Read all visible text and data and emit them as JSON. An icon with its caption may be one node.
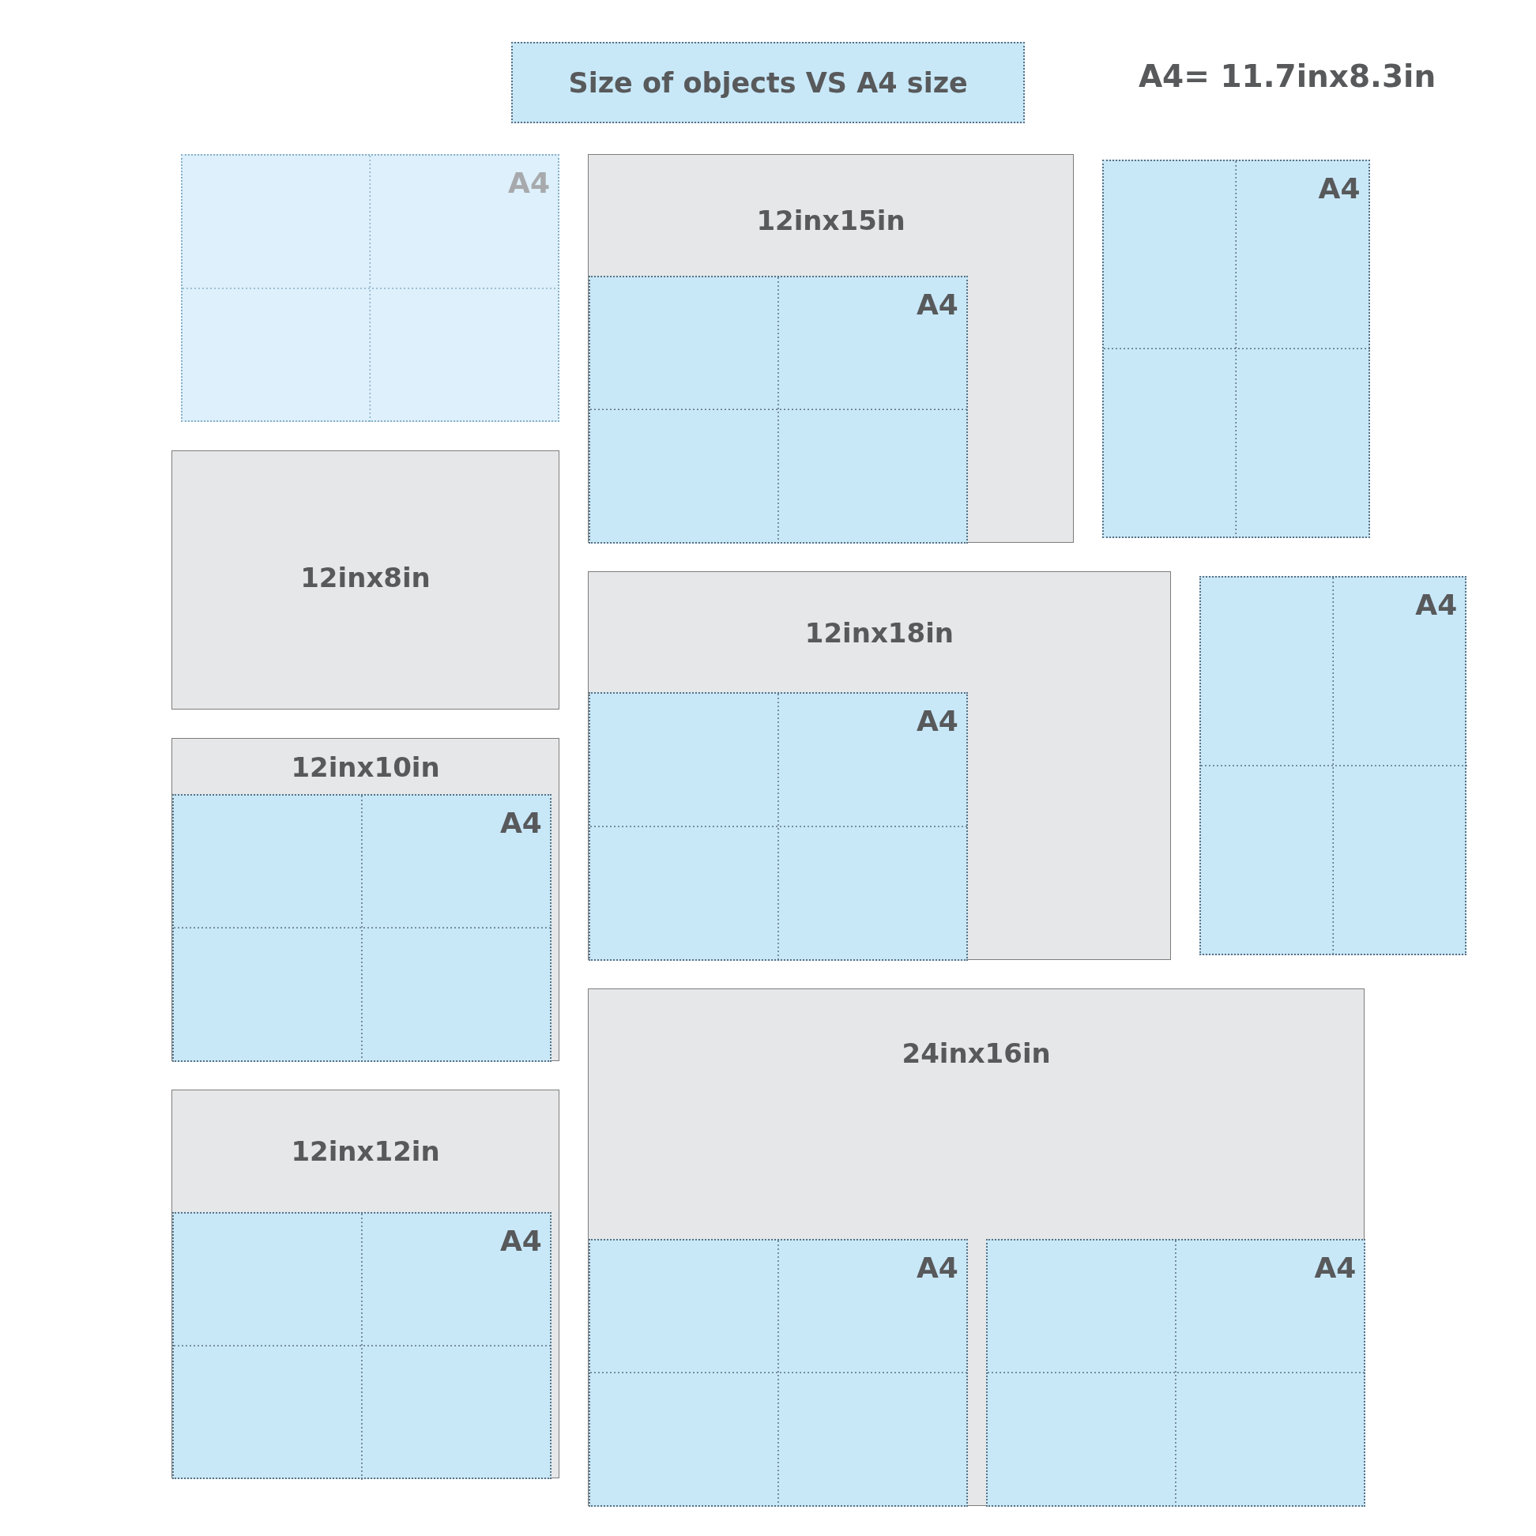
{
  "diagram": {
    "title": "Size of objects VS A4 size",
    "nodes": [
      {
        "text": [
          "A4"
        ]
      },
      {
        "text": [
          "12inx15in"
        ]
      },
      {
        "text": [
          "A4"
        ],
        "in": 1
      },
      {
        "text": [
          "A4"
        ]
      },
      {
        "text": [
          "12inx8in"
        ]
      },
      {
        "text": [
          "12inx18in"
        ]
      },
      {
        "text": [
          "A4"
        ],
        "in": 5
      },
      {
        "text": [
          "A4"
        ]
      },
      {
        "text": [
          "12inx10in"
        ]
      },
      {
        "text": [
          "A4"
        ],
        "in": 8
      },
      {
        "text": [
          "24inx16in"
        ]
      },
      {
        "text": [
          "A4"
        ],
        "in": 10
      },
      {
        "text": [
          "A4"
        ],
        "in": 10
      },
      {
        "text": [
          "12inx12in"
        ]
      },
      {
        "text": [
          "A4"
        ],
        "in": 13
      }
    ],
    "labels": [
      "A4= 11.7inx8.3in"
    ]
  }
}
